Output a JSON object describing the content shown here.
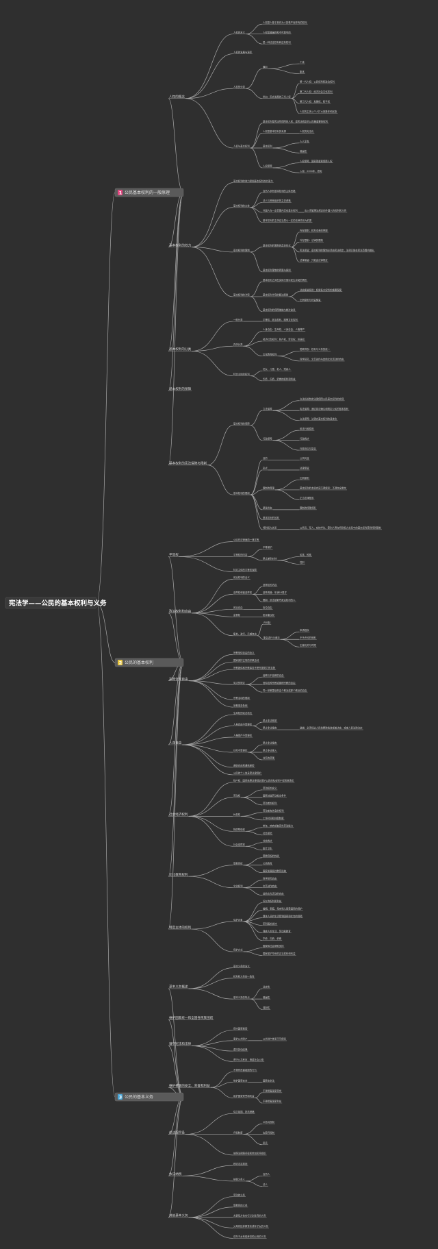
{
  "root": {
    "label": "宪法学——公民的基本权利与义务"
  },
  "categories": [
    {
      "num": "1",
      "numColor": "#e3457f",
      "label": "公民基本权利的一般原理",
      "branches": [
        {
          "label": "人权的概念",
          "children": [
            {
              "label": "人权的含义",
              "children": [
                {
                  "label": "人权是人基于其作为人的尊严而享有的权利"
                },
                {
                  "label": "人权是普遍的和不可剥夺的"
                },
                {
                  "label": "是一种法定权利和应有权利"
                }
              ]
            },
            {
              "label": "人权的发展与演变"
            },
            {
              "label": "人权的分类",
              "children": [
                {
                  "label": "横向",
                  "children": [
                    {
                      "label": "个体"
                    },
                    {
                      "label": "集体"
                    }
                  ]
                },
                {
                  "label": "纵向：历史发展的三代人权",
                  "children": [
                    {
                      "label": "第一代人权：公民权利和政治权利"
                    },
                    {
                      "label": "第二代人权：经济社会文化权利"
                    },
                    {
                      "label": "第三代人权：发展权、和平权"
                    },
                    {
                      "label": "人权的主体从个人扩大到集体和民族"
                    }
                  ]
                }
              ]
            },
            {
              "label": "人权与基本权利",
              "children": [
                {
                  "label": "基本权利是宪法所保障的人权，是宪法规定的公民最重要的权利"
                },
                {
                  "label": "人权是基本权利的来源",
                  "children": [
                    {
                      "label": "人权的宪法化"
                    }
                  ]
                },
                {
                  "label": "基本权利",
                  "children": [
                    {
                      "label": "人人享有"
                    },
                    {
                      "label": "普遍性"
                    }
                  ]
                },
                {
                  "label": "人权保障",
                  "children": [
                    {
                      "label": "人权保障，国家尊重和保障人权"
                    },
                    {
                      "label": "入宪：2004年，修宪"
                    }
                  ]
                }
              ]
            }
          ]
        },
        {
          "label": "基本权利的效力",
          "children": [
            {
              "label": "基本权利的效力是指基本权利的约束力"
            },
            {
              "label": "基本权利的主体",
              "children": [
                {
                  "label": "自然人享有基本权利的主体资格"
                },
                {
                  "label": "法人与其他组织的主体资格"
                },
                {
                  "label": "外国人在一定范围内享有基本权利",
                  "children": [
                    {
                      "label": "出入境管理法规定的外国人的权利和义务"
                    }
                  ]
                },
                {
                  "label": "基本权利的主体应当是以一定的法律关系为前提"
                }
              ]
            },
            {
              "label": "基本权利的限制",
              "children": [
                {
                  "label": "基本权利的限制的具体形式",
                  "children": [
                    {
                      "label": "内在限制：权利本身的界限"
                    },
                    {
                      "label": "外在限制：法律的限制"
                    },
                    {
                      "label": "宪法保留：基本权利的限制必须由宪法规定，法律只能在宪法范围内做出"
                    },
                    {
                      "label": "法律保留：只能由法律规定"
                    }
                  ]
                },
                {
                  "label": "基本权利限制的界限与原则"
                }
              ]
            },
            {
              "label": "基本权利的冲突",
              "children": [
                {
                  "label": "基本权利之间在实际行使中发生冲突的情形"
                },
                {
                  "label": "基本权利冲突的解决原则",
                  "children": [
                    {
                      "label": "法益衡量原则：权衡各方权利的重要程度"
                    },
                    {
                      "label": "比例原则与利益衡量"
                    }
                  ]
                },
                {
                  "label": "基本权利的保障措施与救济途径"
                }
              ]
            }
          ]
        },
        {
          "label": "基本权利的分类",
          "children": [
            {
              "label": "一般分类",
              "children": [
                {
                  "label": "平等权、政治权利、精神文化权利"
                }
              ]
            },
            {
              "label": "具体分类",
              "children": [
                {
                  "label": "人身自由：生命权、人身自由、人格尊严"
                },
                {
                  "label": "经济社会权利：财产权、劳动权、休息权"
                },
                {
                  "label": "文化教育权利",
                  "children": [
                    {
                      "label": "受教育权：权利与义务的统一"
                    },
                    {
                      "label": "科学研究、文艺创作与其他文化活动的自由"
                    }
                  ]
                }
              ]
            },
            {
              "label": "特定主体的权利",
              "children": [
                {
                  "label": "妇女、儿童、老人、残疾人"
                },
                {
                  "label": "华侨、归侨、侨眷的权利和利益"
                }
              ]
            }
          ]
        },
        {
          "label": "基本权利的保障"
        },
        {
          "label": "基本权利的宪法保障与限制",
          "children": [
            {
              "label": "基本权利的保障",
              "children": [
                {
                  "label": "立法保障",
                  "children": [
                    {
                      "label": "立法机关制定法律保障公民基本权利的实现"
                    },
                    {
                      "label": "宪法保障：通过宪法确认和规定公民的基本权利"
                    },
                    {
                      "label": "立法保障：法律对基本权利的具体化"
                    }
                  ]
                },
                {
                  "label": "行政保障",
                  "children": [
                    {
                      "label": "依法行政原则"
                    },
                    {
                      "label": "行政救济"
                    },
                    {
                      "label": "行政诉讼与复议"
                    }
                  ]
                }
              ]
            },
            {
              "label": "基本权利的限制",
              "children": [
                {
                  "label": "目的",
                  "children": [
                    {
                      "label": "公共利益"
                    }
                  ]
                },
                {
                  "label": "形式",
                  "children": [
                    {
                      "label": "法律保留"
                    }
                  ]
                },
                {
                  "label": "限制的界限",
                  "children": [
                    {
                      "label": "比例原则"
                    },
                    {
                      "label": "基本权利的本质内容不得侵犯：不得完全剥夺"
                    },
                    {
                      "label": "正当法律程序"
                    }
                  ]
                },
                {
                  "label": "紧急状态",
                  "children": [
                    {
                      "label": "限制的特殊情形"
                    }
                  ]
                },
                {
                  "label": "基本权利的放弃"
                },
                {
                  "label": "特别权力关系",
                  "children": [
                    {
                      "label": "公务员、军人、在校学生、受刑人等在特别权力关系中的基本权利受到特别限制"
                    }
                  ]
                }
              ]
            }
          ]
        }
      ]
    },
    {
      "num": "2",
      "numColor": "#e8c53a",
      "label": "公民的基本权利",
      "branches": [
        {
          "label": "平等权",
          "children": [
            {
              "label": "公民在法律面前一律平等"
            },
            {
              "label": "平等权的内容",
              "children": [
                {
                  "label": "平等保护"
                },
                {
                  "label": "禁止差别对待",
                  "children": [
                    {
                      "label": "民族、种族"
                    },
                    {
                      "label": "性别"
                    }
                  ]
                }
              ]
            },
            {
              "label": "特定主体的平等权保障"
            }
          ]
        },
        {
          "label": "政治权利和自由",
          "children": [
            {
              "label": "政治权利的含义"
            },
            {
              "label": "选举权和被选举权",
              "children": [
                {
                  "label": "选举权的内容"
                },
                {
                  "label": "选举资格：年满18周岁"
                },
                {
                  "label": "限制：依法被剥夺政治权利的人"
                }
              ]
            },
            {
              "label": "政治自由",
              "children": [
                {
                  "label": "言论自由"
                }
              ]
            },
            {
              "label": "监督权",
              "children": [
                {
                  "label": "批评建议权"
                }
              ]
            },
            {
              "label": "集会、游行、示威自由",
              "children": [
                {
                  "label": "许可制"
                },
                {
                  "label": "集会游行示威法",
                  "children": [
                    {
                      "label": "申请程序"
                    },
                    {
                      "label": "不予许可的情形"
                    },
                    {
                      "label": "主管机关与时限"
                    }
                  ]
                }
              ]
            }
          ]
        },
        {
          "label": "宗教信仰自由",
          "children": [
            {
              "label": "宗教信仰自由的含义"
            },
            {
              "label": "国家保护正常的宗教活动"
            },
            {
              "label": "宗教团体和宗教事务不受外国势力的支配"
            },
            {
              "label": "宪法的规定",
              "children": [
                {
                  "label": "信教与不信教的自由"
                },
                {
                  "label": "信仰这种宗教或那种宗教的自由"
                },
                {
                  "label": "同一宗教里信仰这个教派或那个教派的自由"
                }
              ]
            },
            {
              "label": "宗教活动的限制"
            },
            {
              "label": "宗教事务条例"
            }
          ]
        },
        {
          "label": "人身自由",
          "children": [
            {
              "label": "生命权的宪法地位"
            },
            {
              "label": "人身自由不受侵犯",
              "children": [
                {
                  "label": "禁止非法拘禁"
                },
                {
                  "label": "禁止非法搜查",
                  "children": [
                    {
                      "label": "逮捕：必须经过人民检察院批准或者决定，或者人民法院决定"
                    }
                  ]
                }
              ]
            },
            {
              "label": "人格尊严不受侵犯"
            },
            {
              "label": "住宅不受侵犯",
              "children": [
                {
                  "label": "禁止非法搜查"
                },
                {
                  "label": "禁止非法侵入"
                },
                {
                  "label": "住宅的范围"
                }
              ]
            },
            {
              "label": "通信自由和通信秘密"
            },
            {
              "label": "公民的个人信息受法律保护"
            }
          ]
        },
        {
          "label": "社会经济权利",
          "children": [
            {
              "label": "财产权：国家依照法律规定保护公民的私有财产权和继承权"
            },
            {
              "label": "劳动权",
              "children": [
                {
                  "label": "劳动权的含义"
                },
                {
                  "label": "国家创造劳动就业条件"
                },
                {
                  "label": "劳动者的权利"
                }
              ]
            },
            {
              "label": "休息权",
              "children": [
                {
                  "label": "劳动者有休息的权利"
                },
                {
                  "label": "工作时间和休假制度"
                }
              ]
            },
            {
              "label": "物质帮助权",
              "children": [
                {
                  "label": "老年、疾病或者丧失劳动能力"
                },
                {
                  "label": "社会保险"
                }
              ]
            },
            {
              "label": "社会保障权",
              "children": [
                {
                  "label": "社会救济"
                },
                {
                  "label": "医疗卫生"
                }
              ]
            }
          ]
        },
        {
          "label": "文化教育权利",
          "children": [
            {
              "label": "受教育权",
              "children": [
                {
                  "label": "受教育权的性质"
                },
                {
                  "label": "义务教育"
                },
                {
                  "label": "国家发展各种教育设施"
                }
              ]
            },
            {
              "label": "文化权利",
              "children": [
                {
                  "label": "科学研究自由"
                },
                {
                  "label": "文艺创作自由"
                },
                {
                  "label": "其他文化活动的自由"
                }
              ]
            }
          ]
        },
        {
          "label": "特定主体的权利",
          "children": [
            {
              "label": "保护对象",
              "children": [
                {
                  "label": "妇女的权利和利益"
                },
                {
                  "label": "婚姻、家庭、母亲和儿童受国家的保护"
                },
                {
                  "label": "退休人员的生活受到国家和社会的保障"
                },
                {
                  "label": "军烈属的优待"
                },
                {
                  "label": "残疾人的生活、劳动和教育"
                },
                {
                  "label": "华侨、归侨、侨眷"
                }
              ]
            },
            {
              "label": "保护方式",
              "children": [
                {
                  "label": "国家和社会帮助安排"
                },
                {
                  "label": "国家保护华侨的正当权利和利益"
                }
              ]
            }
          ]
        }
      ]
    },
    {
      "num": "3",
      "numColor": "#4aa7d8",
      "label": "公民的基本义务",
      "branches": [
        {
          "label": "基本义务概述",
          "children": [
            {
              "label": "基本义务的含义"
            },
            {
              "label": "权利和义务的一致性"
            },
            {
              "label": "基本义务的特点",
              "children": [
                {
                  "label": "法定性"
                },
                {
                  "label": "普遍性"
                },
                {
                  "label": "强制性"
                }
              ]
            }
          ]
        },
        {
          "label": "维护国家统一和全国各民族团结"
        },
        {
          "label": "遵守宪法和法律",
          "children": [
            {
              "label": "保守国家秘密"
            },
            {
              "label": "爱护公共财产",
              "children": [
                {
                  "label": "公共财产神圣不可侵犯"
                }
              ]
            },
            {
              "label": "遵守劳动纪律"
            },
            {
              "label": "遵守公共秩序，尊重社会公德"
            }
          ]
        },
        {
          "label": "维护祖国的安全、荣誉和利益",
          "children": [
            {
              "label": "不得有危害祖国的行为"
            },
            {
              "label": "维护国家安全",
              "children": [
                {
                  "label": "国家安全法"
                }
              ]
            },
            {
              "label": "维护国家荣誉和利益",
              "children": [
                {
                  "label": "不得损害国家荣誉"
                },
                {
                  "label": "不得损害国家利益"
                }
              ]
            }
          ]
        },
        {
          "label": "依法服兵役",
          "children": [
            {
              "label": "保卫祖国、抵抗侵略"
            },
            {
              "label": "兵役制度",
              "children": [
                {
                  "label": "义务兵役制"
                },
                {
                  "label": "志愿兵役制"
                },
                {
                  "label": "民兵"
                }
              ]
            },
            {
              "label": "依照法律服兵役和参加民兵组织"
            }
          ]
        },
        {
          "label": "依法纳税",
          "children": [
            {
              "label": "税收法定原则"
            },
            {
              "label": "纳税义务人",
              "children": [
                {
                  "label": "自然人"
                },
                {
                  "label": "法人"
                }
              ]
            }
          ]
        },
        {
          "label": "其他基本义务",
          "children": [
            {
              "label": "劳动的义务"
            },
            {
              "label": "受教育的义务"
            },
            {
              "label": "夫妻双方有实行计划生育的义务"
            },
            {
              "label": "父母有抚养教育未成年子女的义务"
            },
            {
              "label": "成年子女有赡养扶助父母的义务"
            }
          ]
        }
      ]
    }
  ]
}
